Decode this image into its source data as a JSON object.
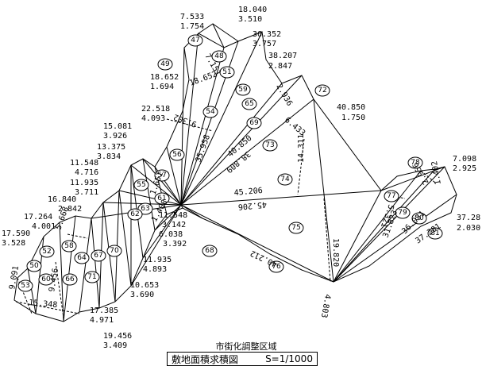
{
  "caption": {
    "zone": "市街化調整区域",
    "title": "敷地面積求積図",
    "scale": "S=1/1000"
  },
  "nodes": [
    {
      "id": "50",
      "text": "50"
    },
    {
      "id": "51",
      "text": "51"
    },
    {
      "id": "52",
      "text": "52"
    },
    {
      "id": "53",
      "text": "53"
    },
    {
      "id": "54",
      "text": "54"
    },
    {
      "id": "55",
      "text": "55"
    },
    {
      "id": "56",
      "text": "56"
    },
    {
      "id": "57",
      "text": "57"
    },
    {
      "id": "58",
      "text": "58"
    },
    {
      "id": "59",
      "text": "59"
    },
    {
      "id": "60",
      "text": "60"
    },
    {
      "id": "61",
      "text": "61"
    },
    {
      "id": "62",
      "text": "62"
    },
    {
      "id": "63",
      "text": "63"
    },
    {
      "id": "64",
      "text": "64"
    },
    {
      "id": "65",
      "text": "65"
    },
    {
      "id": "66",
      "text": "66"
    },
    {
      "id": "67",
      "text": "67"
    },
    {
      "id": "68",
      "text": "68"
    },
    {
      "id": "69",
      "text": "69"
    },
    {
      "id": "70",
      "text": "70"
    },
    {
      "id": "71",
      "text": "71"
    },
    {
      "id": "72",
      "text": "72"
    },
    {
      "id": "73",
      "text": "73"
    },
    {
      "id": "74",
      "text": "74"
    },
    {
      "id": "75",
      "text": "75"
    },
    {
      "id": "76",
      "text": "76"
    },
    {
      "id": "77",
      "text": "77"
    },
    {
      "id": "78",
      "text": "78"
    },
    {
      "id": "79",
      "text": "79"
    },
    {
      "id": "80",
      "text": "80"
    },
    {
      "id": "81",
      "text": "81"
    },
    {
      "id": "47",
      "text": "47"
    },
    {
      "id": "48",
      "text": "48"
    },
    {
      "id": "49",
      "text": "49"
    }
  ],
  "labels": [
    "7.533",
    "1.754",
    "18.040",
    "3.510",
    "36.352",
    "3.757",
    "38.207",
    "2.847",
    "40.850",
    "1.750",
    "18.652",
    "1.694",
    "22.518",
    "4.093",
    "15.081",
    "3.926",
    "13.375",
    "3.834",
    "11.548",
    "4.716",
    "11.935",
    "3.711",
    "16.840",
    "2.842",
    "17.264",
    "4.001",
    "17.590",
    "3.528",
    "11.548",
    "3.142",
    "6.038",
    "3.392",
    "11.935",
    "4.893",
    "10.653",
    "3.690",
    "17.385",
    "4.971",
    "19.456",
    "3.409",
    "7.098",
    "2.925",
    "37.28",
    "2.030",
    "45.206",
    "45.206",
    "40.212",
    "19.820",
    "14.311",
    "36.031",
    "37.281",
    "31.823",
    "35.958",
    "40.850",
    "38.809",
    "6.433",
    "2.936",
    "18.652",
    "9.302",
    "15.348",
    "9.091",
    "9.456",
    "5.668",
    "4.803",
    "5.321",
    "1.651",
    "2.956",
    "7.151",
    "1.402",
    "1.408"
  ]
}
